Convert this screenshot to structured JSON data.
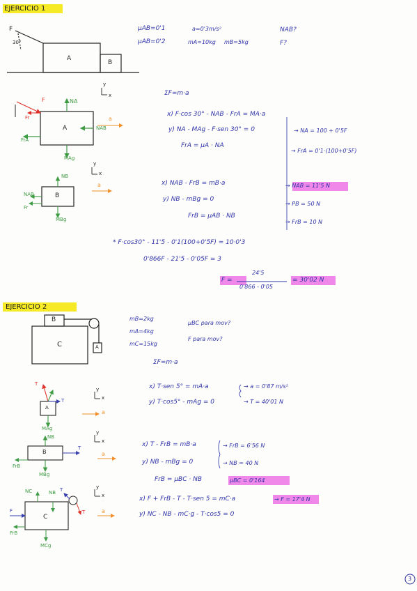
{
  "titles": {
    "ex1": "EJERCICIO 1",
    "ex2": "EJERCICIO 2"
  },
  "page_number": "3",
  "ex1": {
    "given": [
      "μAB=0'1",
      "a=0'3m/s²",
      "NAB?",
      "μAB=0'2",
      "mA=10kg",
      "mB=5kg",
      "F?"
    ],
    "fig_labels": {
      "F": "F",
      "angle": "30°",
      "A": "A",
      "B": "B"
    },
    "dA_labels": {
      "NA": "NA",
      "F": "F",
      "Fr": "Fr",
      "FrA": "FrA",
      "NAB": "NAB",
      "MAg": "MAg",
      "A": "A"
    },
    "dB_labels": {
      "NB": "NB",
      "NAB": "NAB",
      "FrB": "Fr",
      "MBg": "MBg",
      "B": "B"
    },
    "axes": {
      "y": "y",
      "x": "x",
      "a": "a"
    },
    "newton": "ΣF=m·a",
    "eqA": [
      "x) F·cos 30° - NAB - FrA = MA·a",
      "y) NA - MAg - F·sen 30° = 0",
      "FrA = μA · NA"
    ],
    "resA": [
      "→ NA = 100 + 0'5F",
      "→ FrA = 0'1·(100+0'5F)"
    ],
    "eqB": [
      "x) NAB - FrB = mB·a",
      "y) NB - mBg = 0",
      "FrB = μAB · NB"
    ],
    "resB": [
      "→ NAB = 11'5 N",
      "→ PB = 50 N",
      "→ FrB = 10 N"
    ],
    "sol": [
      "* F·cos30° - 11'5 - 0'1(100+0'5F) = 10·0'3",
      "0'866F - 21'5 - 0'05F = 3"
    ],
    "final": {
      "lhs": "F =",
      "num": "24'5",
      "den": "0'866 - 0'05",
      "ans": "= 30'02 N"
    }
  },
  "ex2": {
    "fig_labels": {
      "B": "B",
      "C": "C",
      "A": "A"
    },
    "given": [
      "mB=2kg",
      "mA=4kg",
      "mC=15kg",
      "μBC para mov?",
      "F para mov?"
    ],
    "newton": "ΣF=m·a",
    "dA_labels": {
      "T": "T",
      "A": "A",
      "mAg": "MAg"
    },
    "eqA": [
      "x) T·sen 5° = mA·a",
      "y) T·cos5° - mAg = 0"
    ],
    "resA": [
      "→ a = 0'87 m/s²",
      "→ T = 40'01 N"
    ],
    "dB_labels": {
      "NB": "NB",
      "Fr": "FrB",
      "T": "T",
      "B": "B",
      "mBg": "MBg"
    },
    "eqB": [
      "x) T - FrB = mB·a",
      "y) NB - mBg = 0",
      "FrB = μBC · NB"
    ],
    "resB": [
      "→ FrB = 6'56 N",
      "→ NB = 40 N"
    ],
    "hl": "μBC = 0'164",
    "dC_labels": {
      "NC": "NC",
      "F": "F",
      "T": "T",
      "C": "C",
      "FrB": "FrB",
      "mCg": "MCg",
      "NB": "NB"
    },
    "eqC": [
      "x) F + FrB - T - T·sen 5 = mC·a",
      "y) NC - NB - mC·g - T·cos5 = 0"
    ],
    "resC": "→ F = 17'4 N",
    "axes": {
      "y": "y",
      "x": "x",
      "a": "a"
    }
  }
}
